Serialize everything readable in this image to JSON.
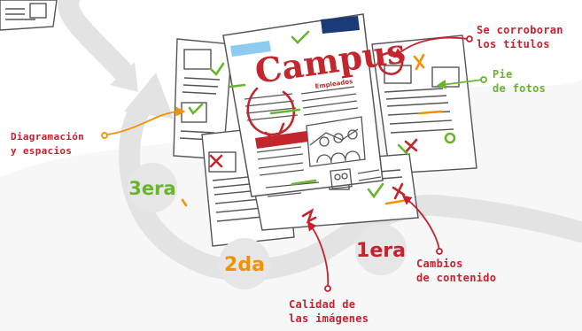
{
  "magazine": {
    "title": "Campus",
    "subtitle": "Empleados"
  },
  "stages": {
    "first": "1era",
    "second": "2da",
    "third": "3era"
  },
  "annotations": {
    "titles_line1": "Se corroboran",
    "titles_line2": "los títulos",
    "photo_caption_line1": "Pie",
    "photo_caption_line2": "de fotos",
    "layout_line1": "Diagramación",
    "layout_line2": "y espacios",
    "content_line1": "Cambios",
    "content_line2": "de contenido",
    "images_line1": "Calidad de",
    "images_line2": "las imágenes"
  },
  "colors": {
    "arrow": "#e3e3e3",
    "badge_bg": "#e6e6e6",
    "stage_red": "#c8202f",
    "stage_orange": "#f39200",
    "stage_green": "#6ab42d",
    "ink": "#555555",
    "magazine_red": "#c1272d",
    "magazine_blue": "#1b3a78",
    "light_blue": "#8ecbf0"
  }
}
